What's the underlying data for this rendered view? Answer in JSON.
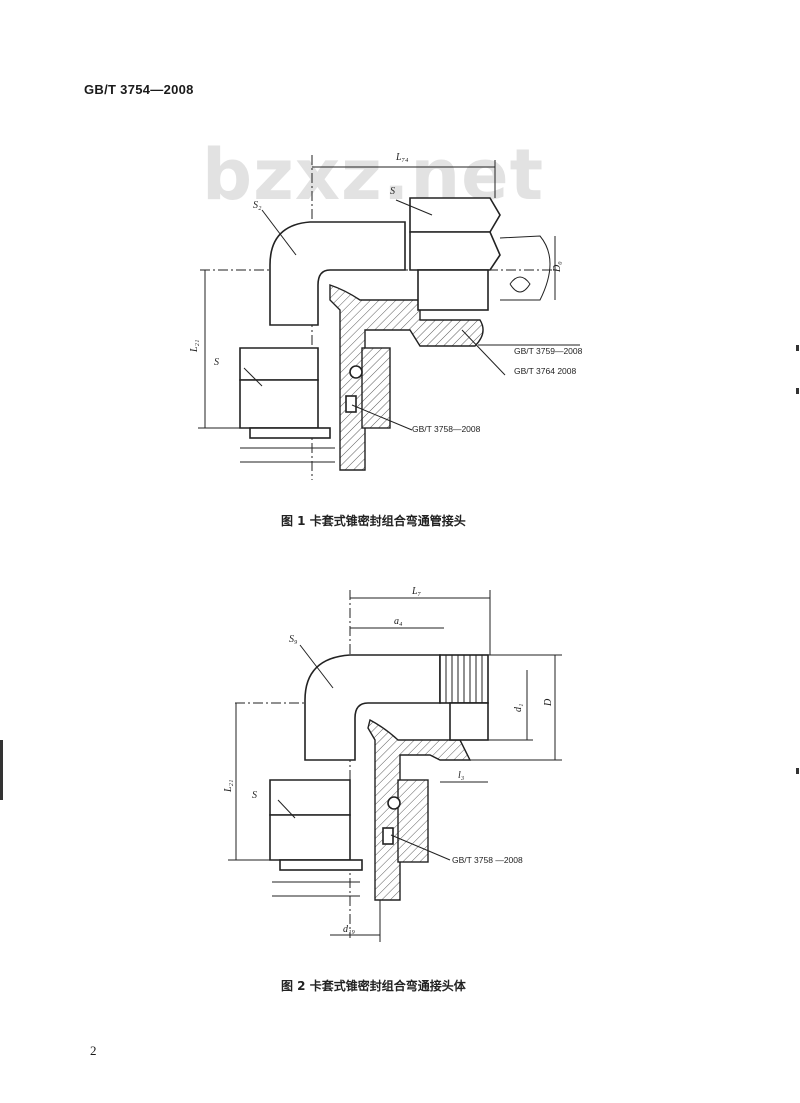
{
  "header": {
    "standard_code": "GB/T 3754—2008"
  },
  "watermark": {
    "text": "bzxz.net"
  },
  "figure1": {
    "caption": "图 1   卡套式锥密封组合弯通管接头",
    "labels": {
      "l_top": "L₇₄",
      "s_top": "S",
      "s2": "S₂",
      "d0": "D₀",
      "l21": "L₂₁",
      "s_left": "S"
    },
    "standards": [
      "GB/T 3759—2008",
      "GB/T 3764   2008",
      "GB/T 3758—2008"
    ]
  },
  "figure2": {
    "caption": "图 2   卡套式锥密封组合弯通接头体",
    "labels": {
      "l7": "L₇",
      "a4": "a₄",
      "s9": "S₉",
      "d1": "d₁",
      "d": "D",
      "l3": "l₃",
      "l21": "L₂₁",
      "s": "S",
      "d19": "d₁₉"
    },
    "standards": [
      "GB/T 3758 —2008"
    ]
  },
  "page": {
    "number": "2"
  }
}
